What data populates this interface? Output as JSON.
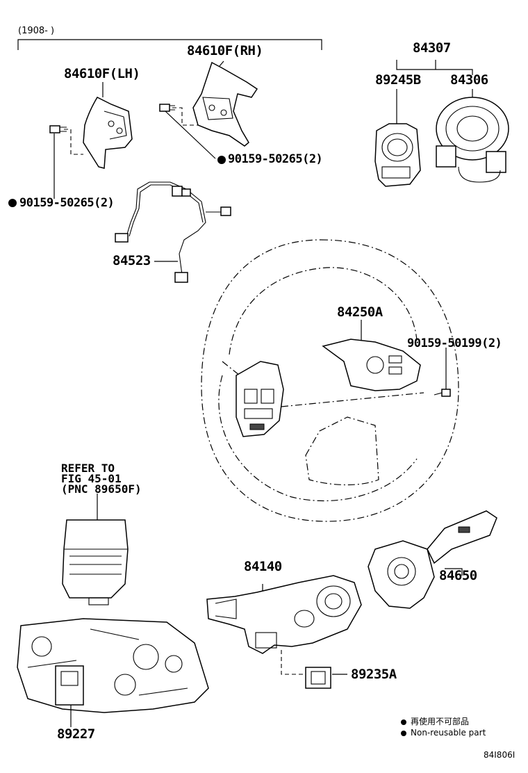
{
  "date_range": "(1908-          )",
  "parts": {
    "p84610f_lh": "84610F(LH)",
    "p84610f_rh": "84610F(RH)",
    "p90159_50265_left": "90159-50265(2)",
    "p90159_50265_right": "90159-50265(2)",
    "p84523": "84523",
    "p84307": "84307",
    "p89245b": "89245B",
    "p84306": "84306",
    "p84250a": "84250A",
    "p90159_50199": "90159-50199(2)",
    "p84140": "84140",
    "p84650": "84650",
    "p89235a": "89235A",
    "p89227": "89227"
  },
  "refer": {
    "line1": "REFER TO",
    "line2": "FIG 45-01",
    "line3": "(PNC 89650F)"
  },
  "legend": {
    "item1": "再使用不可部品",
    "item2": "Non-reusable part"
  },
  "diagram_code": "84I806I"
}
